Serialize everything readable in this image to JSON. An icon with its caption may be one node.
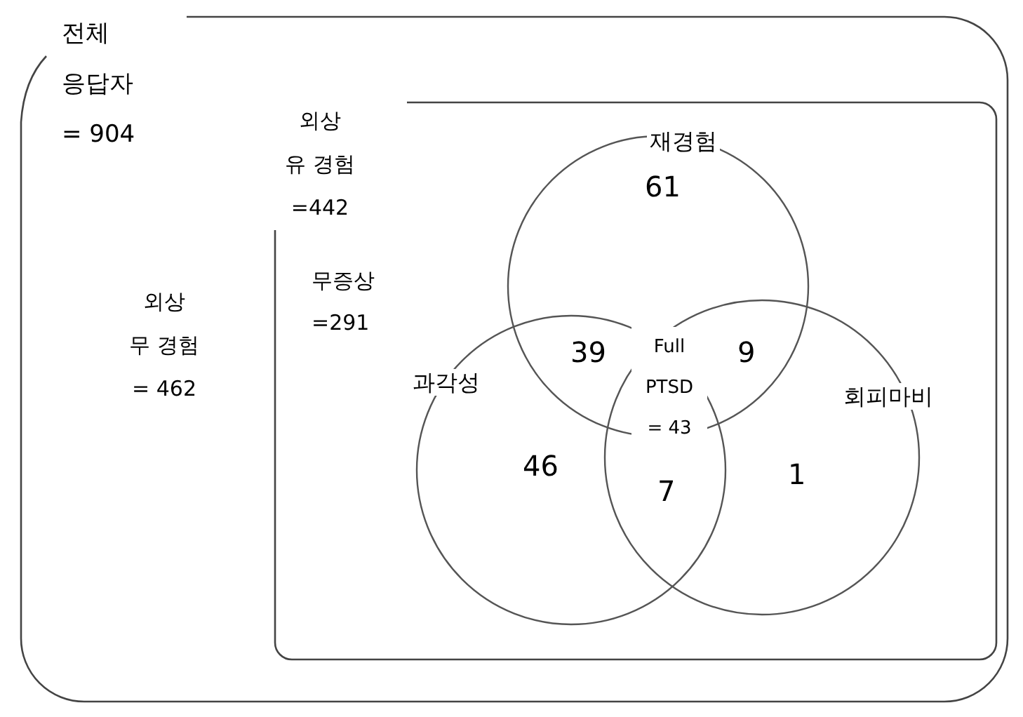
{
  "diagram": {
    "nodes": [
      {
        "text": [
          "전체 응답자 = 904"
        ]
      },
      {
        "text": [
          "외상 유 경험 =442"
        ],
        "in": 0
      },
      {
        "text": [
          "재경험"
        ],
        "in": 1
      },
      {
        "text": [
          "과각성"
        ],
        "in": 1
      },
      {
        "text": [
          "회피마비"
        ],
        "in": 1
      }
    ],
    "labels": [
      "외상 무 경험 = 462",
      "무증상 =291",
      "61",
      "39",
      "9",
      "Full PTSD = 43",
      "46",
      "7",
      "1"
    ]
  }
}
